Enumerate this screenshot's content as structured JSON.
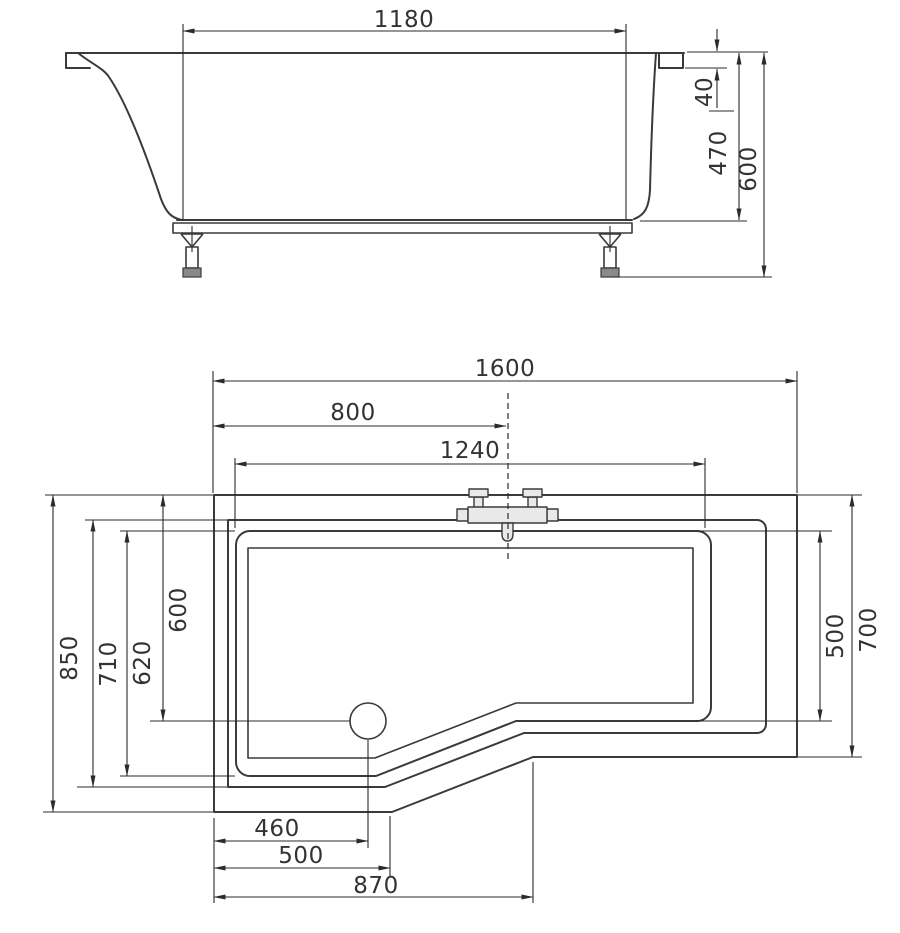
{
  "colors": {
    "line": "#3a3a3a",
    "dim": "#2b2b2b",
    "text": "#333333",
    "faucet_fill": "#e9e9e9",
    "background": "#ffffff"
  },
  "elevation": {
    "dim_base_width": "1180",
    "dim_rim_thickness": "40",
    "dim_inner_depth": "470",
    "dim_overall_height": "600"
  },
  "plan": {
    "dim_overall_length": "1600",
    "dim_faucet_center_offset": "800",
    "dim_rim_opening_length": "1240",
    "dim_left_overall_width": "850",
    "dim_left_rim_width": "710",
    "dim_left_opening_width": "620",
    "dim_drain_center_from_back": "600",
    "dim_right_opening_width": "500",
    "dim_right_overall_width": "700",
    "dim_drain_center_from_left": "460",
    "dim_base_step_from_left": "500",
    "dim_step_corner_from_left": "870"
  }
}
